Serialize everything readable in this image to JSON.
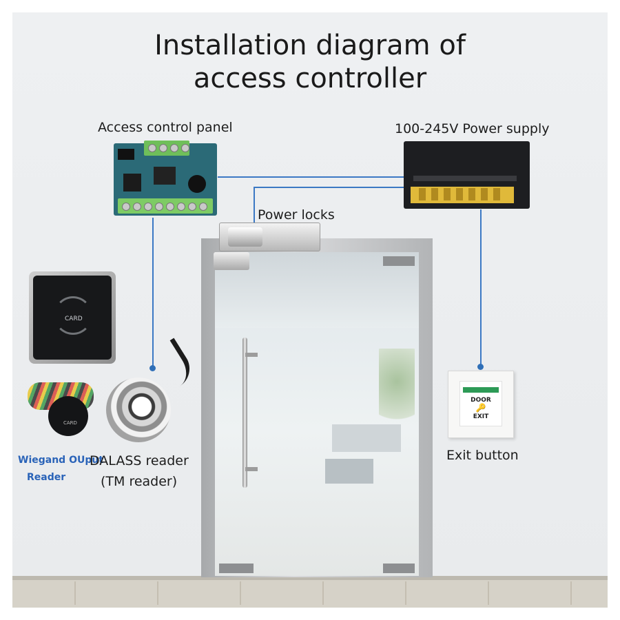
{
  "title_line1": "Installation diagram of",
  "title_line2": "access controller",
  "labels": {
    "panel": "Access control panel",
    "psu": "100-245V Power supply",
    "lock": "Power locks",
    "dalass_line1": "DALASS reader",
    "dalass_line2": "(TM reader)",
    "wiegand_line1": "Wiegand OUput",
    "wiegand_line2": "Reader",
    "exit": "Exit button"
  },
  "device_text": {
    "reader_card": "CARD",
    "wiegand_card": "CARD",
    "exit_door": "DOOR",
    "exit_exit": "EXIT",
    "exit_key": "🔑"
  },
  "colors": {
    "wire": "#3b78c4",
    "wiegand_label": "#2a63b8",
    "panel_board": "#2b6a77",
    "terminal_green": "#7ecb64",
    "psu_body": "#1d1e21"
  },
  "icons": [
    "card-reader-icon",
    "wiegand-reader-icon",
    "dalass-reader-icon",
    "exit-button-icon",
    "power-supply-icon",
    "control-panel-icon",
    "electric-lock-icon",
    "glass-door-icon"
  ]
}
